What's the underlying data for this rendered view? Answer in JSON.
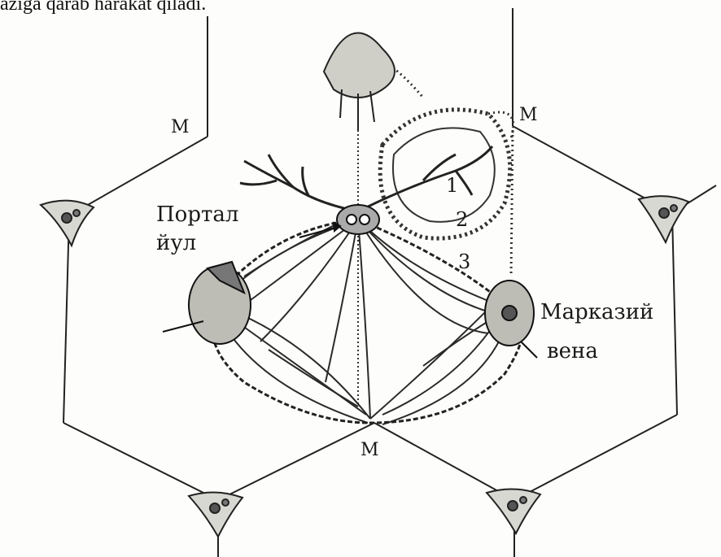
{
  "caption": "aziga qarab harakat qiladi.",
  "labels": {
    "m_top_left": "M",
    "m_top_right": "M",
    "m_bottom": "M",
    "portal_line1": "Портал",
    "portal_line2": "йул",
    "central_line1": "Марказий",
    "central_line2": "вена",
    "zone1": "1",
    "zone2": "2",
    "zone3": "3"
  }
}
